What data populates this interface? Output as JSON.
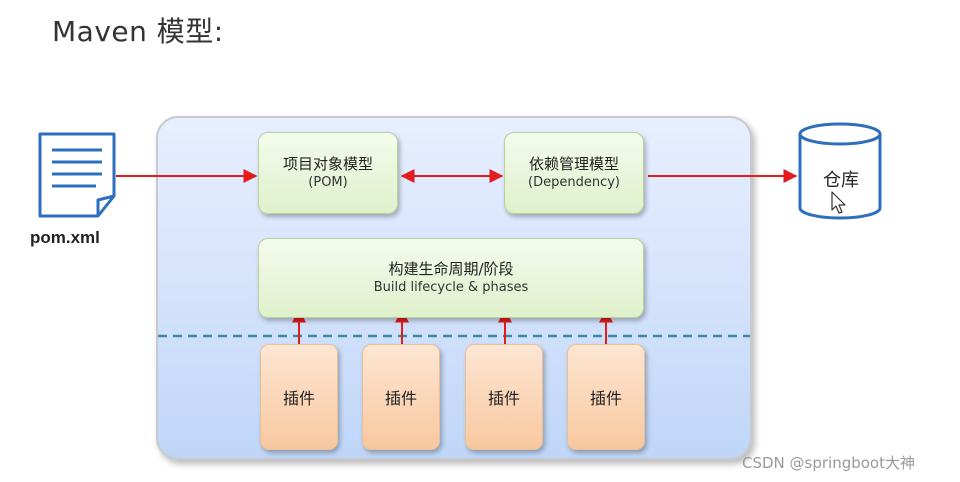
{
  "page": {
    "title": "Maven 模型:",
    "watermark": "CSDN @springboot大神"
  },
  "diagram": {
    "pom_file": {
      "label": "pom.xml",
      "icon": "document-icon"
    },
    "project_object_model": {
      "title": "项目对象模型",
      "subtitle": "(POM)"
    },
    "dependency_management": {
      "title": "依赖管理模型",
      "subtitle": "(Dependency)"
    },
    "repository": {
      "label": "仓库",
      "icon": "database-cylinder-icon"
    },
    "build_lifecycle": {
      "title": "构建生命周期/阶段",
      "subtitle": "Build lifecycle & phases"
    },
    "plugins": [
      {
        "label": "插件"
      },
      {
        "label": "插件"
      },
      {
        "label": "插件"
      },
      {
        "label": "插件"
      }
    ]
  },
  "colors": {
    "arrow": "#e31b1b",
    "panel": "#d3e2fb",
    "green_box": "#e0f0cc",
    "plugin_box": "#f8c89f",
    "icon_blue": "#2e6fbd",
    "divider": "#3b8aa5"
  }
}
